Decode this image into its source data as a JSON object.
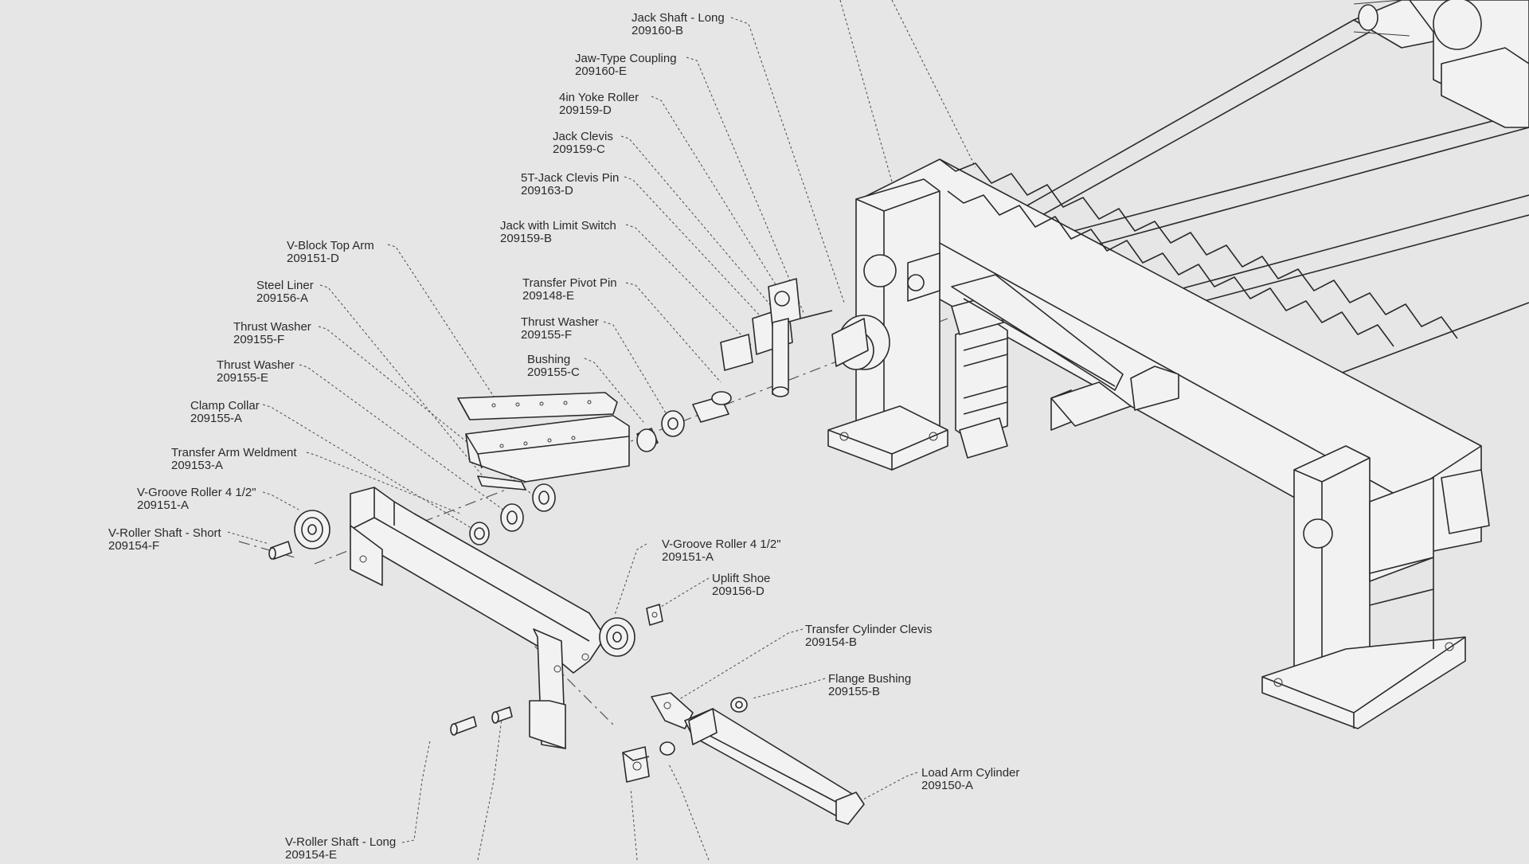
{
  "background_color": "#e6e6e6",
  "line_color": "#2b2b2b",
  "labels": [
    {
      "name": "Jack Shaft - Long",
      "number": "209160-B"
    },
    {
      "name": "Jaw-Type Coupling",
      "number": "209160-E"
    },
    {
      "name": "4in Yoke Roller",
      "number": "209159-D"
    },
    {
      "name": "Jack Clevis",
      "number": "209159-C"
    },
    {
      "name": "5T-Jack Clevis Pin",
      "number": "209163-D"
    },
    {
      "name": "Jack with Limit Switch",
      "number": "209159-B"
    },
    {
      "name": "V-Block Top Arm",
      "number": "209151-D"
    },
    {
      "name": "Steel Liner",
      "number": "209156-A"
    },
    {
      "name": "Thrust Washer",
      "number": "209155-F"
    },
    {
      "name": "Thrust Washer",
      "number": "209155-E"
    },
    {
      "name": "Clamp Collar",
      "number": "209155-A"
    },
    {
      "name": "Transfer Arm Weldment",
      "number": "209153-A"
    },
    {
      "name": "V-Groove Roller 4 1/2\"",
      "number": "209151-A"
    },
    {
      "name": "V-Roller Shaft - Short",
      "number": "209154-F"
    },
    {
      "name": "Transfer Pivot Pin",
      "number": "209148-E"
    },
    {
      "name": "Thrust Washer",
      "number": "209155-F"
    },
    {
      "name": "Bushing",
      "number": "209155-C"
    },
    {
      "name": "V-Groove Roller 4 1/2\"",
      "number": "209151-A"
    },
    {
      "name": "Uplift Shoe",
      "number": "209156-D"
    },
    {
      "name": "Transfer Cylinder Clevis",
      "number": "209154-B"
    },
    {
      "name": "Flange Bushing",
      "number": "209155-B"
    },
    {
      "name": "Load Arm Cylinder",
      "number": "209150-A"
    },
    {
      "name": "V-Roller Shaft - Long",
      "number": "209154-E"
    }
  ]
}
